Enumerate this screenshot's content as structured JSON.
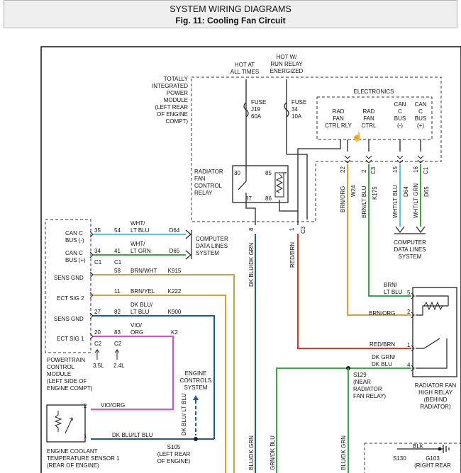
{
  "header": {
    "title": "SYSTEM WIRING DIAGRAMS",
    "subtitle": "Fig. 11: Cooling Fan Circuit"
  },
  "colors": {
    "cyan": "#5bc6e6",
    "green": "#3aa84a",
    "orange": "#d7a136",
    "dkblue": "#1e5a9c",
    "red": "#d23a2a",
    "magenta": "#e04ad8",
    "olive": "#c4a24a",
    "black": "#222222"
  },
  "tipm": {
    "label": [
      "TOTALLY",
      "INTEGRATED",
      "POWER",
      "MODULE",
      "(LEFT REAR",
      "OF ENGINE",
      "COMPT)"
    ],
    "hot_all_times": [
      "HOT AT",
      "ALL TIMES"
    ],
    "hot_run": [
      "HOT W/",
      "RUN RELAY",
      "ENERGIZED"
    ],
    "fuse1": [
      "FUSE",
      "J19",
      "60A"
    ],
    "fuse2": [
      "FUSE",
      "34",
      "10A"
    ],
    "electronics": "ELECTRONICS",
    "rad_fan_ctrl_rly": [
      "RAD",
      "FAN",
      "CTRL RLY"
    ],
    "rad_fan_ctrl": [
      "RAD",
      "FAN",
      "CTRL"
    ],
    "can_c_bus_minus": [
      "CAN",
      "C",
      "BUS",
      "(-)"
    ],
    "can_c_bus_plus": [
      "CAN",
      "C",
      "BUS",
      "(+)"
    ],
    "relay_label": [
      "RADIATOR",
      "FAN",
      "CONTROL",
      "RELAY"
    ],
    "relay_pins": [
      "30",
      "85",
      "87",
      "86"
    ],
    "pins_right": [
      "22",
      "2",
      "15",
      "16"
    ],
    "cav_right": [
      "C3",
      "C1"
    ],
    "pin8": "8",
    "pin1": "1",
    "cav_c3": "C3"
  },
  "vertical_labels": {
    "brn_org": "BRN/ORG",
    "w24": "W24",
    "brn_lt_blu": "BRN/LT BLU",
    "k175": "K175",
    "wht_lt_blu": "WHT/LT BLU",
    "d64": "D64",
    "wht_lt_grn": "WHT/LT GRN",
    "d65": "D65",
    "dk_blu_dk_grn": "DK BLU/DK GRN",
    "red_brn": "RED/BRN",
    "dk_blu_lt_blu": "DK BLU/ LT BLU",
    "blu_dk_grn": "BLU/DK GRN",
    "grn_dk_blu": "GRN/DK BLU",
    "blu_dk_grn_2": "BLU/DK GRN"
  },
  "cdls_top": [
    "COMPUTER",
    "DATA LINES",
    "SYSTEM"
  ],
  "cdls_bottom": [
    "COMPUTER",
    "DATA LINES",
    "SYSTEM"
  ],
  "pcm": {
    "label": [
      "POWERTRAIN",
      "CONTROL",
      "MODULE",
      "(LEFT SIDE OF",
      "ENGINE COMPT)"
    ],
    "can_c_bus_minus": [
      "CAN C",
      "BUS (-)"
    ],
    "can_c_bus_plus": [
      "CAN C",
      "BUS (+)"
    ],
    "sens_gnd": "SENS GND",
    "ect_sig2": "ECT SIG 2",
    "sens_gnd_2": "SENS GND",
    "ect_sig1": "ECT SIG 1",
    "c1a": "C1",
    "c1b": "C1",
    "c2a": "C2",
    "c2b": "C2",
    "v35": "3.5L",
    "v24": "2.4L"
  },
  "wires": [
    {
      "pin": "35",
      "pin2": "54",
      "color_lbl": [
        "WHT/",
        "LT BLU"
      ],
      "circuit": "D64"
    },
    {
      "pin": "34",
      "pin2": "41",
      "color_lbl": [
        "WHT/",
        "LT GRN"
      ],
      "circuit": "D65"
    },
    {
      "pin": "",
      "pin2": "58",
      "color_lbl": [
        "BRN/WHT"
      ],
      "circuit": "K915"
    },
    {
      "pin": "",
      "pin2": "11",
      "color_lbl": [
        "BRN/YEL"
      ],
      "circuit": "K222"
    },
    {
      "pin": "27",
      "pin2": "82",
      "color_lbl": [
        "DK BLU/",
        "LT BLU"
      ],
      "circuit": "K900"
    },
    {
      "pin": "20",
      "pin2": "83",
      "color_lbl": [
        "VIO/",
        "ORG"
      ],
      "circuit": "K2"
    }
  ],
  "ecs": [
    "ENGINE",
    "CONTROLS",
    "SYSTEM"
  ],
  "sensor": {
    "pin2": "2",
    "pin1": "1",
    "vio_org": "VIO/ORG",
    "dk_blu_lt_blu": "DK BLU/LT BLU",
    "label": [
      "ENGINE COOLANT",
      "TEMPERATURE SENSOR 1",
      "(REAR OF ENGINE)"
    ]
  },
  "s105": [
    "S105",
    "(LEFT REAR",
    "OF ENGINE)"
  ],
  "high_relay": {
    "brn_lt_blu": [
      "BRN/",
      "LT BLU"
    ],
    "brn_org": "BRN/ORG",
    "red_brn": "RED/BRN",
    "dk_grn_dk_blu": [
      "DK GRN/",
      "DK BLU"
    ],
    "pins": [
      "5",
      "2",
      "1",
      "4"
    ],
    "label": [
      "RADIATOR FAN",
      "HIGH RELAY",
      "(BEHIND",
      "RADIATOR)"
    ]
  },
  "s129": [
    "S129",
    "(NEAR",
    "RADIATOR",
    "FAN RELAY)"
  ],
  "bottom": {
    "blk": "BLK",
    "s130": "S130",
    "g103": [
      "G103",
      "(RIGHT REAR"
    ]
  }
}
